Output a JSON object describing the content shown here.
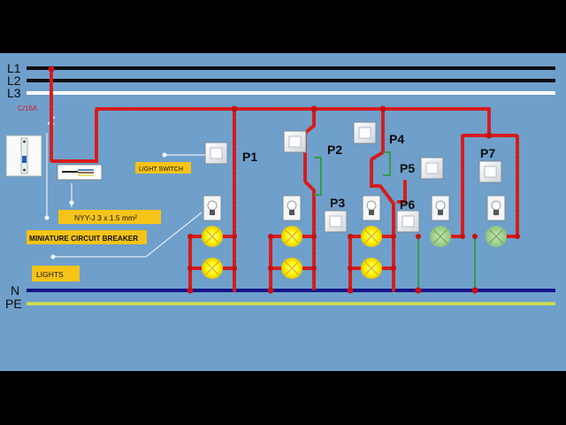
{
  "buses": {
    "l1": "L1",
    "l2": "L2",
    "l3": "L3",
    "n": "N",
    "pe": "PE"
  },
  "breaker_rating": "C/16A",
  "circuits": {
    "p1": "P1",
    "p2": "P2",
    "p3": "P3",
    "p4": "P4",
    "p5": "P5",
    "p6": "P6",
    "p7": "P7"
  },
  "callouts": {
    "light_switch": "LIGHT SWITCH",
    "cable": "NYY-J 3 x 1.5 mm²",
    "breaker": "MINIATURE CIRCUIT BREAKER",
    "lights": "LIGHTS"
  },
  "colors": {
    "panel": "#6f9fcb",
    "live_wire": "#d81a1a",
    "neutral": "#14148a",
    "protective_earth": "#d8e04a",
    "switch_leg": "#2e9b3c",
    "callout_bg": "#f6c317",
    "lamp_on": "#fff200",
    "lamp_off": "#9fd08a"
  }
}
